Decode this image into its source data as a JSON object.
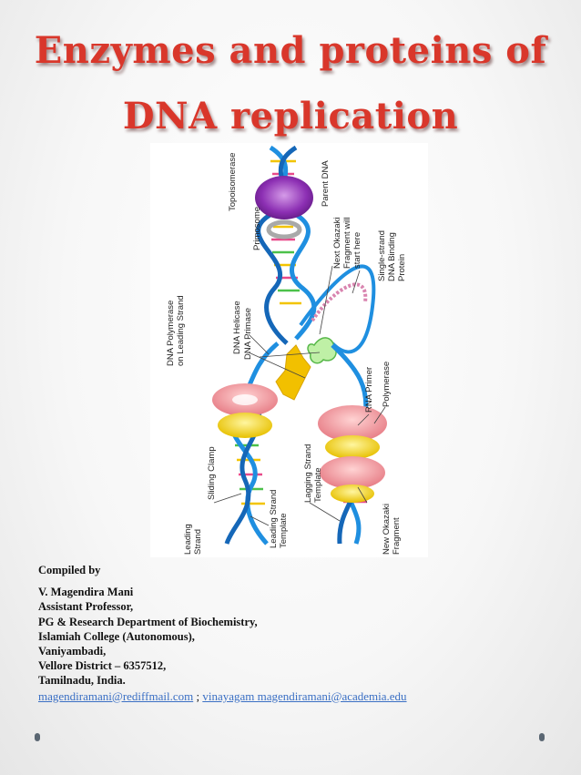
{
  "title": {
    "line1": "Enzymes and proteins of",
    "line2": "DNA replication"
  },
  "figure": {
    "labels": {
      "topoisomerase": "Topoisomerase",
      "primosome": "Primosome",
      "parent_dna": "Parent DNA",
      "next_okazaki_1": "Next Okazaki",
      "next_okazaki_2": "Fragment will",
      "next_okazaki_3": "start here",
      "ssb_1": "Single-strand",
      "ssb_2": "DNA Binding",
      "ssb_3": "Protein",
      "dna_pol_leading_1": "DNA Polymerase",
      "dna_pol_leading_2": "on Leading Strand",
      "dna_helicase": "DNA Helicase",
      "dna_primase": "DNA Primase",
      "rna_primer": "RNA Primer",
      "polymerase": "Polymerase",
      "sliding_clamp": "Sliding Clamp",
      "leading_strand_1": "Leading",
      "leading_strand_2": "Strand",
      "leading_template_1": "Leading Strand",
      "leading_template_2": "Template",
      "lagging_template_1": "Lagging Strand",
      "lagging_template_2": "Template",
      "new_okazaki_1": "New Okazaki",
      "new_okazaki_2": "Fragment"
    }
  },
  "credits": {
    "compiled_by": "Compiled by",
    "name": "V. Magendira Mani",
    "position": "Assistant Professor,",
    "department": "PG & Research Department of Biochemistry,",
    "college": "Islamiah College (Autonomous),",
    "town": "Vaniyambadi,",
    "district": "Vellore District – 6357512,",
    "state": "Tamilnadu, India.",
    "email": "magendiramani@rediffmail.com",
    "separator": " ; ",
    "academia": "vinayagam magendiramani@academia.edu"
  }
}
